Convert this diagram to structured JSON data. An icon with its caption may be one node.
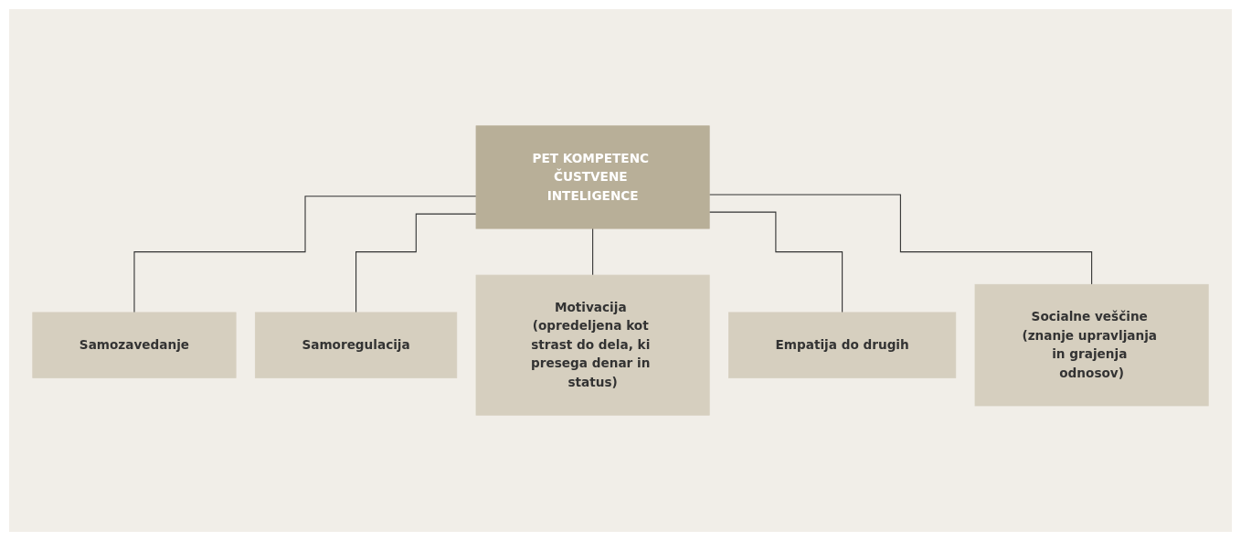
{
  "diagram": {
    "nodes": [
      {
        "text": [
          "PET KOMPETENC ČUSTVENE INTELIGENCE"
        ]
      },
      {
        "text": [
          "Samozavedanje"
        ]
      },
      {
        "text": [
          "Samoregulacija"
        ]
      },
      {
        "text": [
          "Motivacija (opredeljena kot strast do dela, ki presega denar in status)"
        ]
      },
      {
        "text": [
          "Empatija do drugih"
        ]
      },
      {
        "text": [
          "Socialne veščine (znanje upravljanja in grajenja odnosov)"
        ]
      }
    ],
    "edges": [
      {
        "from": 0,
        "to": 1,
        "arrow": "none"
      },
      {
        "from": 0,
        "to": 2,
        "arrow": "none"
      },
      {
        "from": 0,
        "to": 3,
        "arrow": "none"
      },
      {
        "from": 0,
        "to": 4,
        "arrow": "none"
      },
      {
        "from": 0,
        "to": 5,
        "arrow": "none"
      }
    ]
  }
}
